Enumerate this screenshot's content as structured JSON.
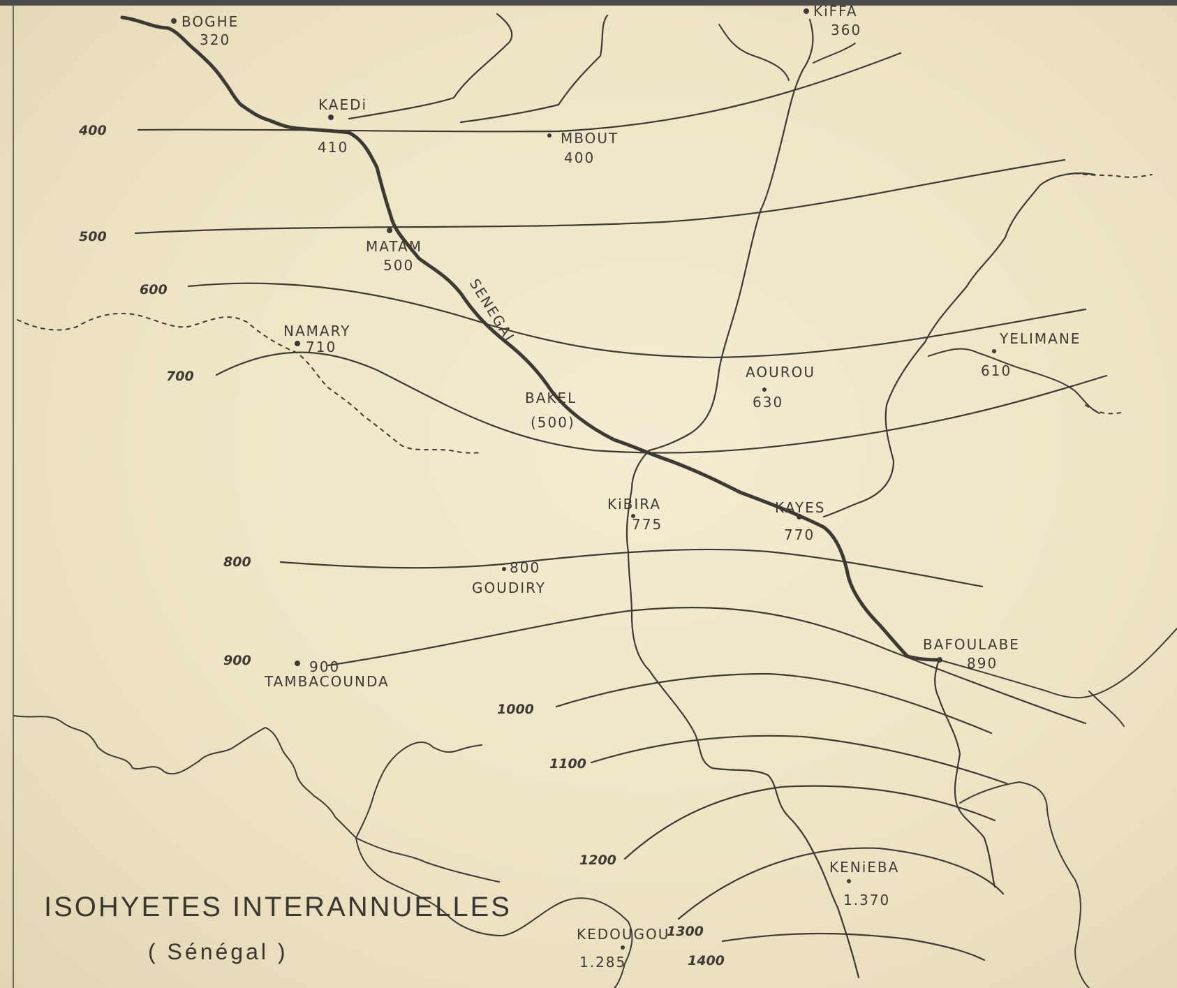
{
  "title": "ISOHYETES INTERANNUELLES",
  "subtitle": "( Sénégal )",
  "isohyet_labels": [
    "400",
    "500",
    "600",
    "700",
    "800",
    "900",
    "1000",
    "1100",
    "1200",
    "1300",
    "1400"
  ],
  "stations": [
    {
      "name": "BOGHE",
      "value": "320"
    },
    {
      "name": "KiFFA",
      "value": "360"
    },
    {
      "name": "KAEDi",
      "value": "410"
    },
    {
      "name": "MBOUT",
      "value": "400"
    },
    {
      "name": "MATAM",
      "value": "500"
    },
    {
      "name": "NAMARY",
      "value": "710"
    },
    {
      "name": "AOUROU",
      "value": "630"
    },
    {
      "name": "YELIMANE",
      "value": "610"
    },
    {
      "name": "BAKEL",
      "value": "(500)"
    },
    {
      "name": "KiBIRA",
      "value": "775"
    },
    {
      "name": "KAYES",
      "value": "770"
    },
    {
      "name": "GOUDIRY",
      "value": "800"
    },
    {
      "name": "TAMBACOUNDA",
      "value": "900"
    },
    {
      "name": "BAFOULABE",
      "value": "890"
    },
    {
      "name": "KENiEBA",
      "value": "1.370"
    },
    {
      "name": "KEDOUGOU",
      "value": "1.285"
    }
  ],
  "river_label": "SENEGAL",
  "colors": {
    "paper": "#efe6c8",
    "ink": "#3d3a34"
  }
}
